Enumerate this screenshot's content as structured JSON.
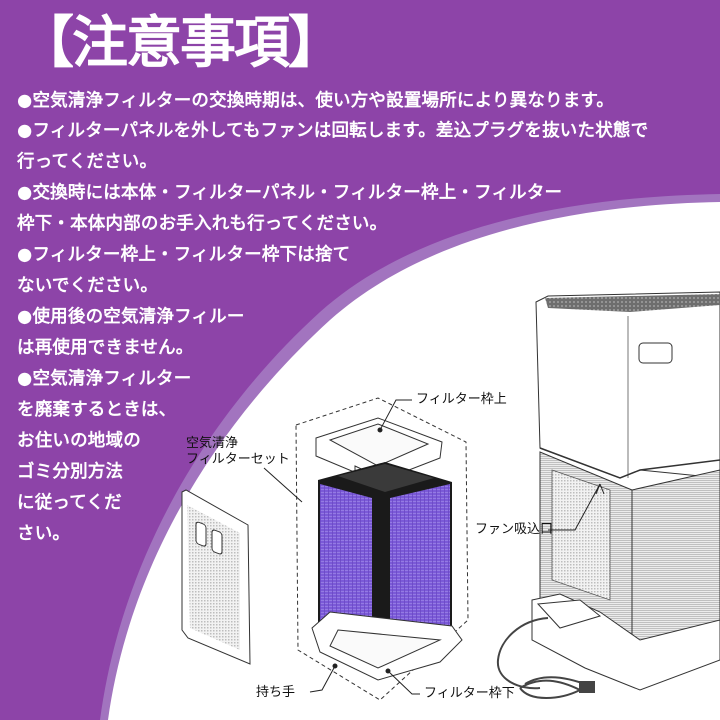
{
  "colors": {
    "purple": "#8d44a8",
    "purple_edge": "#a274bf",
    "filter_purple": "#7a5ad6",
    "white": "#ffffff"
  },
  "title": "【注意事項】",
  "notes": [
    "●空気清浄フィルターの交換時期は、使い方や設置場所により異なります。",
    "●フィルターパネルを外してもファンは回転します。差込プラグを抜いた状態で",
    "行ってください。",
    "●交換時には本体・フィルターパネル・フィルター枠上・フィルター",
    "枠下・本体内部のお手入れも行ってください。",
    "●フィルター枠上・フィルター枠下は捨て",
    "ないでください。",
    "●使用後の空気清浄フィルー",
    "は再使用できません。",
    "●空気清浄フィルター",
    "を廃棄するときは、",
    "お住いの地域の",
    "ゴミ分別方法",
    "に従ってくだ",
    "さい。"
  ],
  "diagram": {
    "labels": {
      "filter_frame_top": "フィルター枠上",
      "filter_set_line1": "空気清浄",
      "filter_set_line2": "フィルターセット",
      "fan_intake": "ファン吸込口",
      "handle": "持ち手",
      "filter_frame_bottom": "フィルター枠下"
    }
  }
}
